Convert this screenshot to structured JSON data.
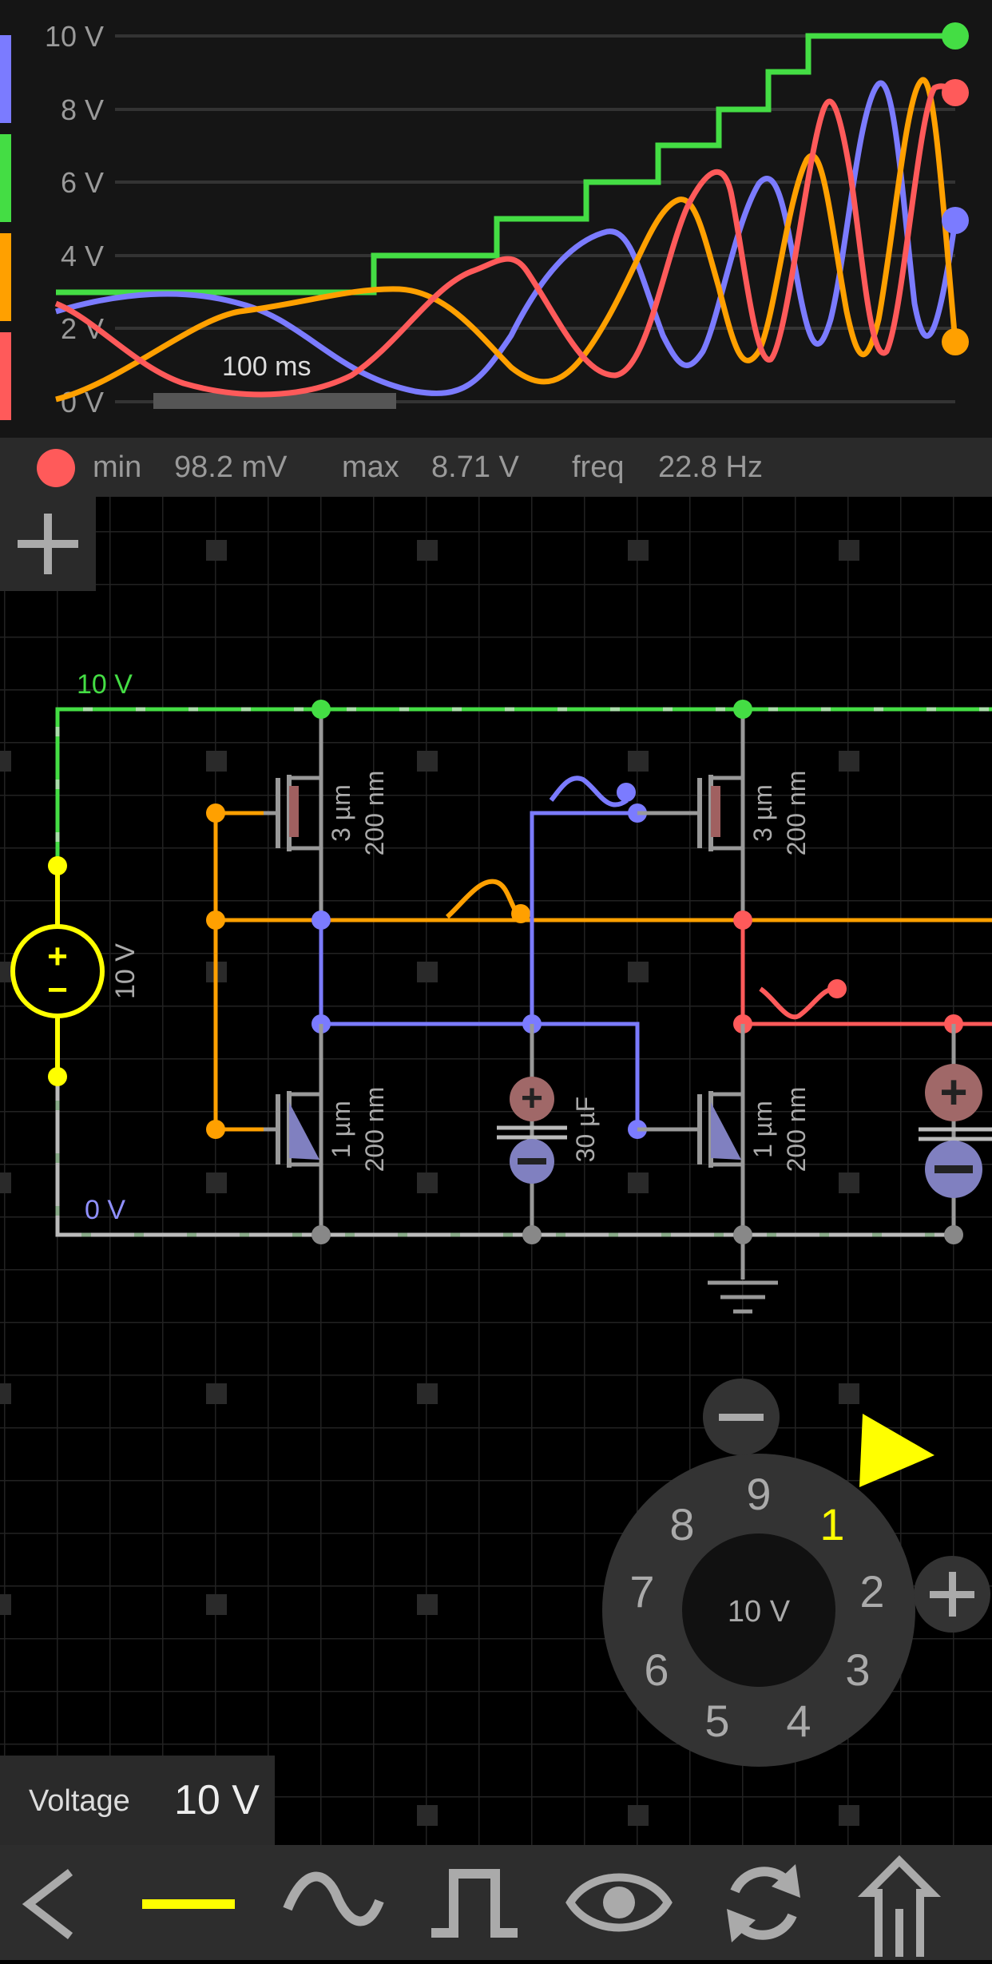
{
  "scope": {
    "y_axis": [
      "10 V",
      "8 V",
      "6 V",
      "4 V",
      "2 V",
      "0 V"
    ],
    "timescale": "100 ms",
    "legend_colors": [
      "#7b7bff",
      "#44dd44",
      "#ffa000",
      "#ff5a5a"
    ]
  },
  "readout": {
    "min_label": "min",
    "min_value": "98.2 mV",
    "max_label": "max",
    "max_value": "8.71 V",
    "freq_label": "freq",
    "freq_value": "22.8 Hz",
    "probe_color": "#ff5a5a"
  },
  "circuit": {
    "supply_rail_label": "10 V",
    "ground_rail_label": "0 V",
    "source_label": "10 V",
    "pmos_left": {
      "width": "3 µm",
      "length": "200 nm"
    },
    "pmos_right": {
      "width": "3 µm",
      "length": "200 nm"
    },
    "nmos_left": {
      "width": "1 µm",
      "length": "200 nm"
    },
    "nmos_right": {
      "width": "1 µm",
      "length": "200 nm"
    },
    "capacitor": "30 µF"
  },
  "dial": {
    "center": "10 V",
    "digits": [
      "9",
      "1",
      "2",
      "3",
      "4",
      "5",
      "6",
      "7",
      "8"
    ],
    "selected": "1",
    "minus_icon": "minus-icon",
    "plus_icon": "plus-icon"
  },
  "voltage_box": {
    "label": "Voltage",
    "value": "10 V"
  },
  "toolbar": {
    "items": [
      "back-icon",
      "dc-source-icon",
      "sine-icon",
      "square-wave-icon",
      "eye-icon",
      "cycle-icon",
      "upload-icon"
    ],
    "active_color": "#ffff00"
  }
}
